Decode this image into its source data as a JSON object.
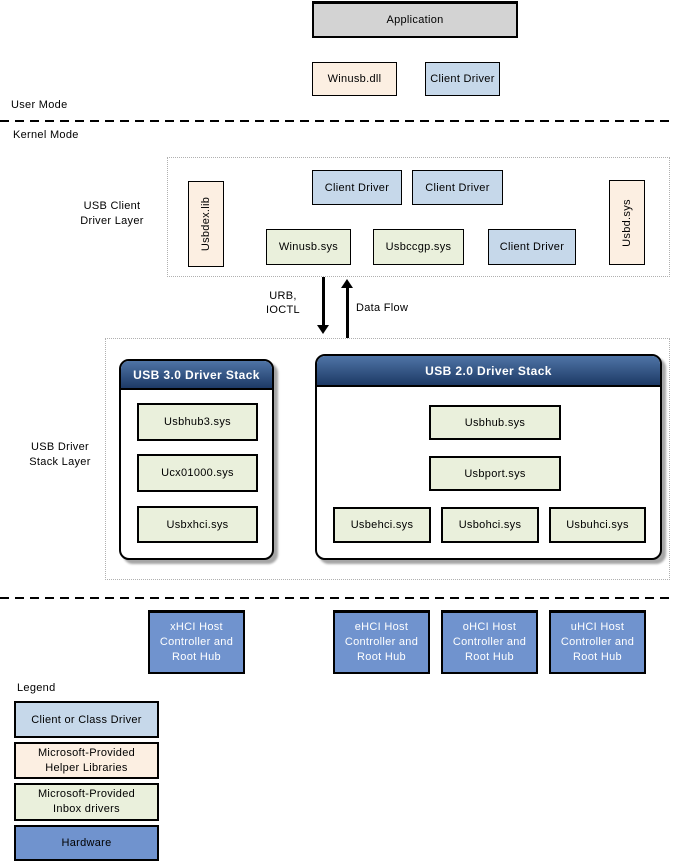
{
  "colors": {
    "box_gray": "#d3d3d3",
    "cream": "#fcefe2",
    "light_blue": "#c6d8ea",
    "light_green": "#eaf0dc",
    "medium_blue": "#7093ce",
    "stack_header_top": "#4f74a6",
    "stack_header_bottom": "#1d3a66"
  },
  "top": {
    "application": "Application",
    "winusb_dll": "Winusb.dll",
    "client_driver": "Client Driver"
  },
  "modes": {
    "user": "User Mode",
    "kernel": "Kernel Mode"
  },
  "client_layer": {
    "label_line1": "USB Client",
    "label_line2": "Driver Layer",
    "usbdex_lib": "Usbdex.lib",
    "client_driver_top_1": "Client Driver",
    "client_driver_top_2": "Client Driver",
    "winusb_sys": "Winusb.sys",
    "usbccgp_sys": "Usbccgp.sys",
    "client_driver_bottom": "Client Driver",
    "usbd_sys": "Usbd.sys"
  },
  "arrows": {
    "urb_line1": "URB,",
    "urb_line2": "IOCTL",
    "data_flow": "Data Flow"
  },
  "stack_layer": {
    "label_line1": "USB Driver",
    "label_line2": "Stack Layer",
    "usb3": {
      "title": "USB 3.0 Driver Stack",
      "items": [
        "Usbhub3.sys",
        "Ucx01000.sys",
        "Usbxhci.sys"
      ]
    },
    "usb2": {
      "title": "USB 2.0 Driver Stack",
      "top_items": [
        "Usbhub.sys",
        "Usbport.sys"
      ],
      "bottom_items": [
        "Usbehci.sys",
        "Usbohci.sys",
        "Usbuhci.sys"
      ]
    }
  },
  "hardware": {
    "controllers": [
      {
        "line1": "xHCI Host",
        "line2": "Controller and",
        "line3": "Root Hub"
      },
      {
        "line1": "eHCI Host",
        "line2": "Controller and",
        "line3": "Root Hub"
      },
      {
        "line1": "oHCI Host",
        "line2": "Controller and",
        "line3": "Root Hub"
      },
      {
        "line1": "uHCI Host",
        "line2": "Controller and",
        "line3": "Root Hub"
      }
    ]
  },
  "legend": {
    "title": "Legend",
    "items": [
      {
        "line1": "Client or Class Driver",
        "line2": ""
      },
      {
        "line1": "Microsoft-Provided",
        "line2": "Helper Libraries"
      },
      {
        "line1": "Microsoft-Provided",
        "line2": "Inbox drivers"
      },
      {
        "line1": "Hardware",
        "line2": ""
      }
    ]
  }
}
